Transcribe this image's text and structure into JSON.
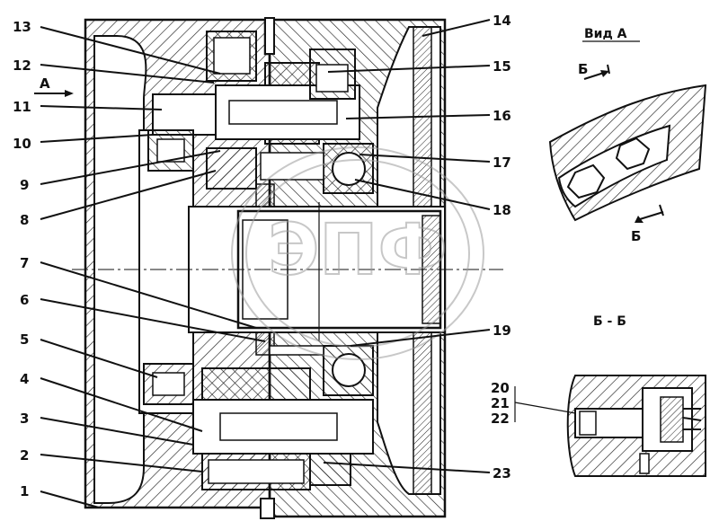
{
  "callouts": [
    "1",
    "2",
    "3",
    "4",
    "5",
    "6",
    "7",
    "8",
    "9",
    "10",
    "11",
    "12",
    "13",
    "14",
    "15",
    "16",
    "17",
    "18",
    "19",
    "20",
    "21",
    "22",
    "23"
  ],
  "view_label": "Вид А",
  "direction_label": "А",
  "section_marker": "Б",
  "section_title": "Б - Б",
  "watermark": "ЭПФ"
}
